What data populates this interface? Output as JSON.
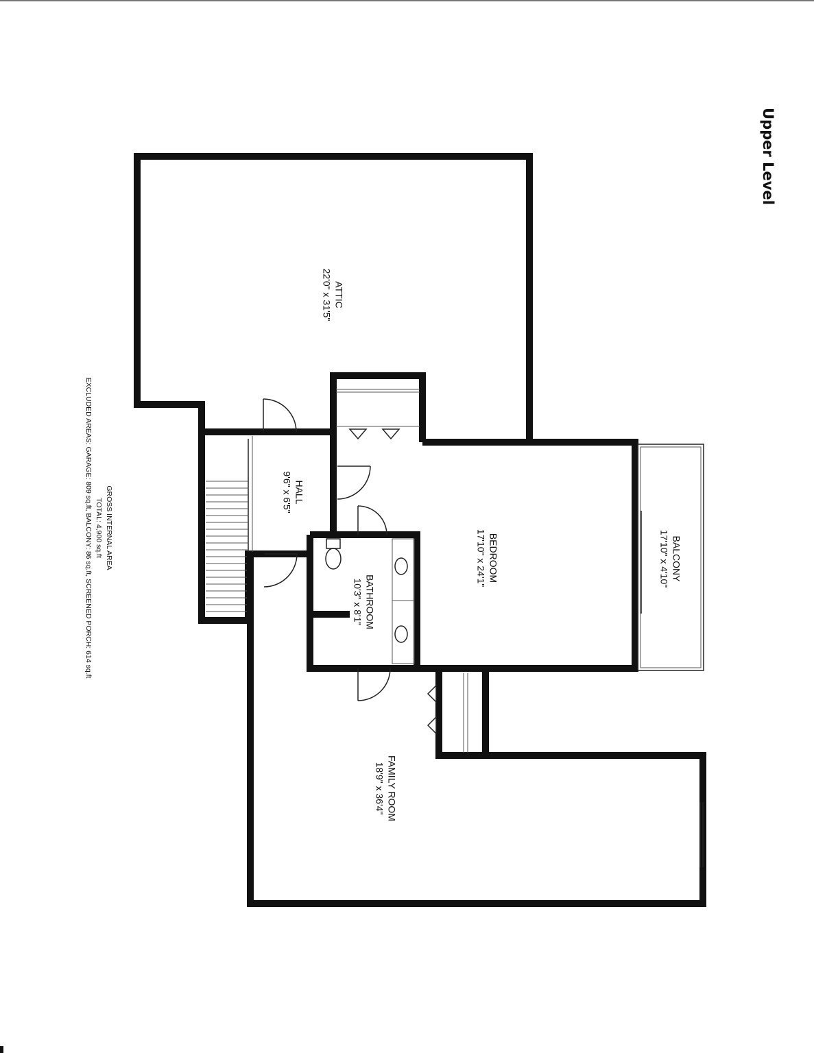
{
  "title": "Upper Level",
  "rooms": [
    {
      "id": "attic",
      "name": "ATTIC",
      "dims": "22'0\" x 31'5\""
    },
    {
      "id": "hall",
      "name": "HALL",
      "dims": "9'6\" x 6'5\""
    },
    {
      "id": "bedroom",
      "name": "BEDROOM",
      "dims": "17'10\" x 24'1\""
    },
    {
      "id": "balcony",
      "name": "BALCONY",
      "dims": "17'10\" x 4'10\""
    },
    {
      "id": "bathroom",
      "name": "BATHROOM",
      "dims": "10'3\" x 8'1\""
    },
    {
      "id": "family",
      "name": "FAMILY ROOM",
      "dims": "18'9\" x 36'4\""
    }
  ],
  "area_note": {
    "heading": "GROSS INTERNAL AREA",
    "total": "TOTAL: 4,900 sq.ft",
    "excluded": "EXCLUDED AREAS: GARAGE: 809 sq.ft, BALCONY: 86 sq.ft, SCREENED PORCH: 614 sq.ft"
  }
}
